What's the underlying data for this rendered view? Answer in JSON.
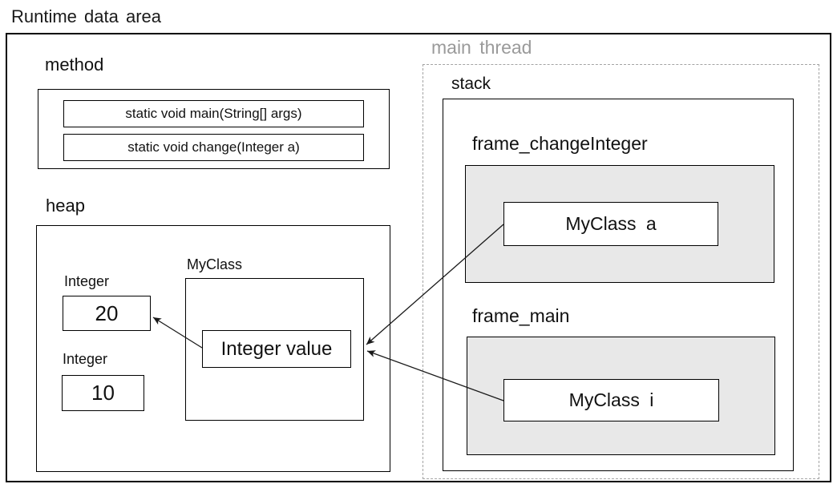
{
  "title": "Runtime data area",
  "method": {
    "label": "method",
    "entries": [
      "static void main(String[] args)",
      "static void change(Integer a)"
    ]
  },
  "heap": {
    "label": "heap",
    "objects": [
      {
        "type": "Integer",
        "value": "20"
      },
      {
        "type": "Integer",
        "value": "10"
      }
    ],
    "myclass": {
      "label": "MyClass",
      "field": "Integer value"
    }
  },
  "thread": {
    "label": "main thread",
    "stack": {
      "label": "stack",
      "frames": [
        {
          "label": "frame_changeInteger",
          "variable": "MyClass a"
        },
        {
          "label": "frame_main",
          "variable": "MyClass i"
        }
      ]
    }
  },
  "arrows": [
    {
      "from": "MyClass a",
      "to": "MyClass object"
    },
    {
      "from": "MyClass i",
      "to": "MyClass object"
    },
    {
      "from": "Integer value",
      "to": "Integer 20"
    }
  ],
  "colors": {
    "frame_fill": "#e8e8e8",
    "thread_label": "#9a9a9a",
    "border": "#000000"
  }
}
